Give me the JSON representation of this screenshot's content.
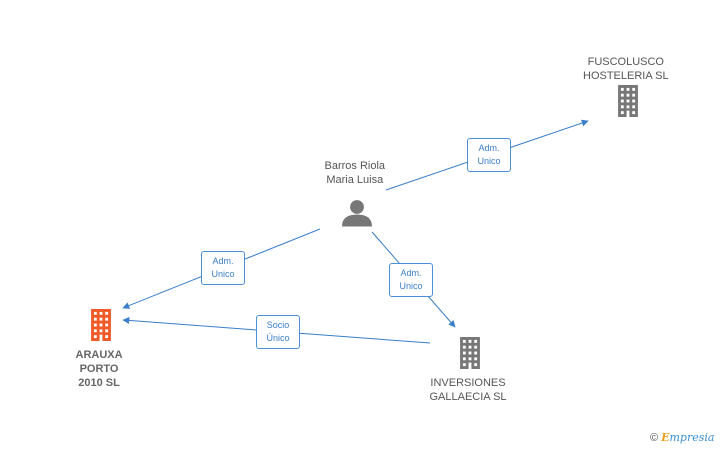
{
  "nodes": [
    {
      "id": "fuscolusco",
      "label": "FUSCOLUSCO\nHOSTELERIA SL",
      "type": "company",
      "color": "#777777",
      "icon": "building-icon"
    },
    {
      "id": "barros",
      "label": "Barros Riola\nMaria Luisa",
      "type": "person",
      "color": "#777777",
      "icon": "person-icon"
    },
    {
      "id": "arauxa",
      "label": "ARAUXA\nPORTO\n2010 SL",
      "type": "company",
      "color": "#f05a28",
      "icon": "building-icon",
      "main": true
    },
    {
      "id": "inversiones",
      "label": "INVERSIONES\nGALLAECIA SL",
      "type": "company",
      "color": "#777777",
      "icon": "building-icon"
    }
  ],
  "edges": [
    {
      "from": "barros",
      "to": "fuscolusco",
      "label": "Adm.\nUnico"
    },
    {
      "from": "barros",
      "to": "arauxa",
      "label": "Adm.\nUnico"
    },
    {
      "from": "barros",
      "to": "inversiones",
      "label": "Adm.\nUnico"
    },
    {
      "from": "inversiones",
      "to": "arauxa",
      "label": "Socio\nÚnico"
    }
  ],
  "colors": {
    "edge": "#3a7ec8",
    "main_company": "#f05a28",
    "company": "#777777"
  },
  "footer": {
    "copyright": "©",
    "brand_first": "E",
    "brand_rest": "mpresia"
  }
}
